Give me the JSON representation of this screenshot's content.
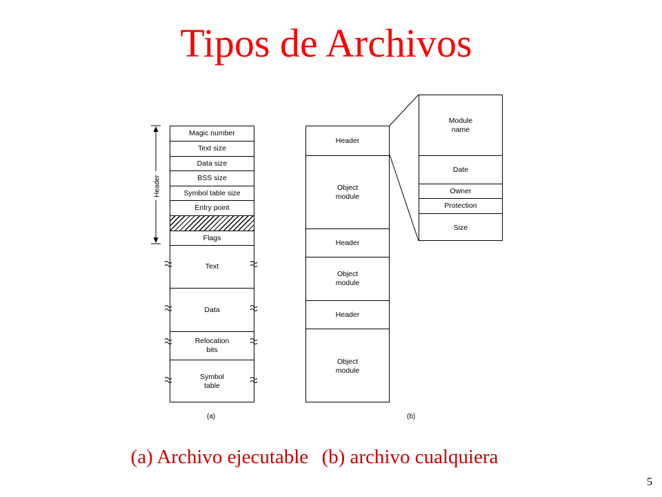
{
  "title": "Tipos de Archivos",
  "diagram_a": {
    "header_label": "Header",
    "rows": [
      "Magic number",
      "Text size",
      "Data size",
      "BSS size",
      "Symbol table size",
      "Entry point",
      "",
      "Flags",
      "Text",
      "Data",
      "Relocation\nbits",
      "Symbol\ntable"
    ],
    "label": "(a)"
  },
  "diagram_b": {
    "rows": [
      "Header",
      "Object\nmodule",
      "Header",
      "Object\nmodule",
      "Header",
      "Object\nmodule"
    ],
    "detail_rows": [
      "Module\nname",
      "Date",
      "Owner",
      "Protection",
      "Size"
    ],
    "label": "(b)"
  },
  "caption": {
    "a": "(a) Archivo ejecutable",
    "b": "(b) archivo cualquiera"
  },
  "page_number": "5"
}
